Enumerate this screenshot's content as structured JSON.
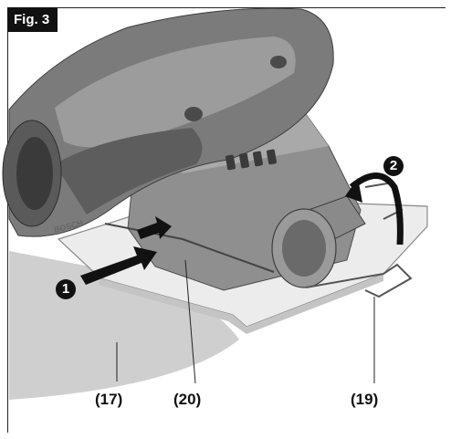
{
  "figure": {
    "label": "Fig. 3"
  },
  "callouts": {
    "part_17": "(17)",
    "part_20": "(20)",
    "part_19": "(19)"
  },
  "steps": {
    "step_1": "1",
    "step_2": "2"
  },
  "brand_mark": "BOSCH",
  "colors": {
    "tool_body": "#8a8a8a",
    "tool_dark": "#5a5a5a",
    "base_plate": "#e6e6e6",
    "sanding_sheet": "#cfcfcf",
    "arrow": "#111111"
  }
}
